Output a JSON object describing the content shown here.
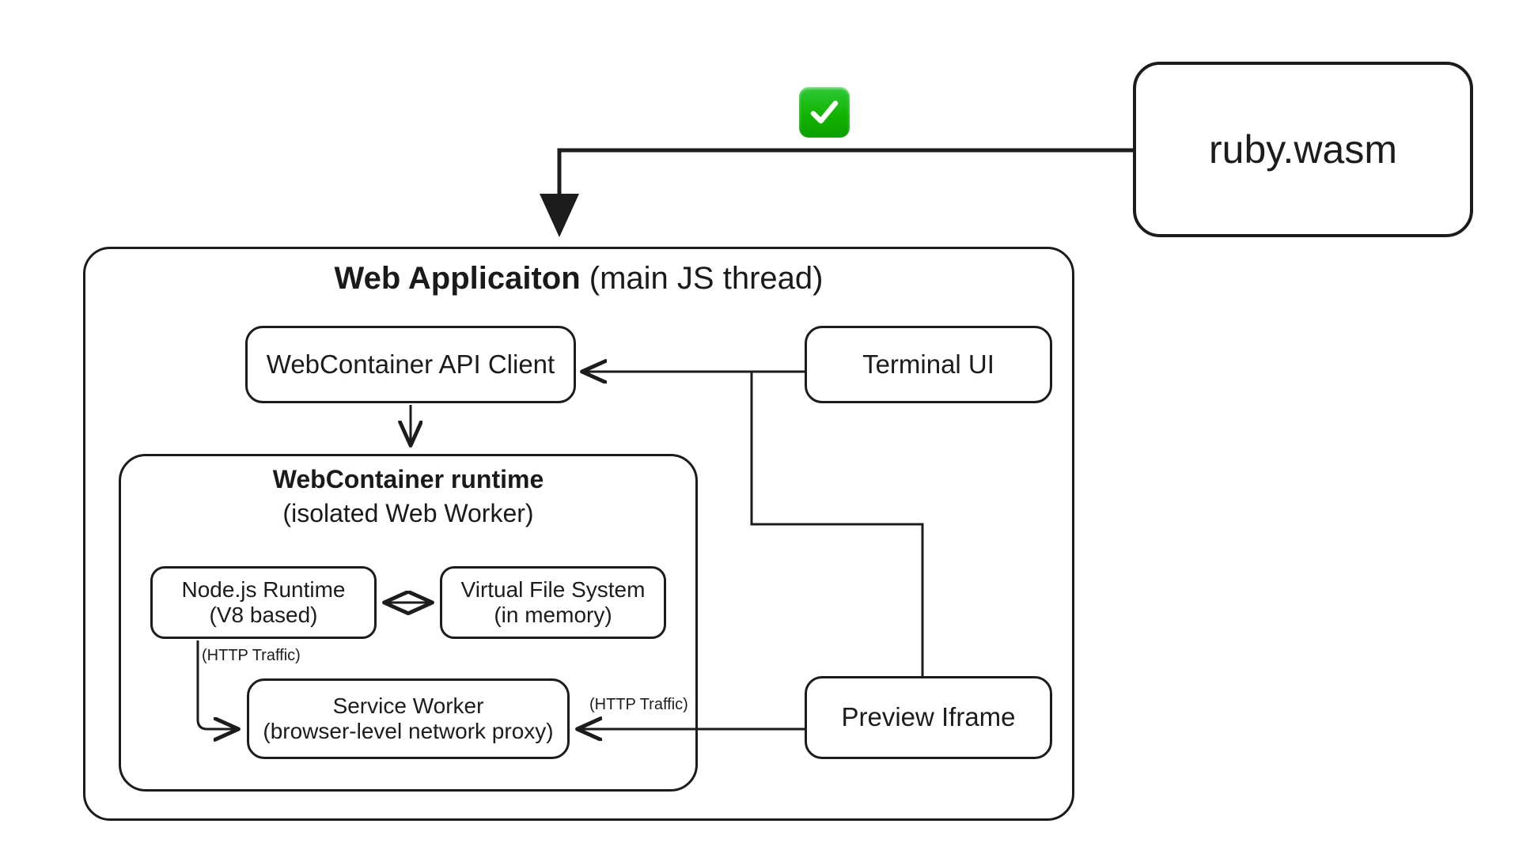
{
  "diagram": {
    "type": "architecture-flow",
    "title_node": "ruby.wasm",
    "status_icon": "white-check-mark-emoji",
    "colors": {
      "stroke": "#1c1c1c",
      "background": "#ffffff",
      "badge_green": "#12b400",
      "badge_check": "#ffffff"
    }
  },
  "nodes": {
    "ruby_wasm": {
      "label": "ruby.wasm"
    },
    "web_application": {
      "title_bold": "Web Applicaiton",
      "title_rest": " (main JS thread)"
    },
    "api_client": {
      "label": "WebContainer API Client"
    },
    "terminal_ui": {
      "label": "Terminal UI"
    },
    "preview_iframe": {
      "label": "Preview Iframe"
    },
    "wc_runtime": {
      "title": "WebContainer runtime",
      "subtitle": "(isolated Web Worker)"
    },
    "node_runtime": {
      "line1": "Node.js Runtime",
      "line2": "(V8 based)"
    },
    "virtual_file_system": {
      "line1": "Virtual File System",
      "line2": "(in memory)"
    },
    "service_worker": {
      "line1": "Service Worker",
      "line2": "(browser-level network proxy)"
    }
  },
  "edges": {
    "ruby_to_webapp": {
      "label": "",
      "from": "ruby.wasm",
      "to": "Web Applicaiton",
      "arrow": "down"
    },
    "terminal_to_api": {
      "label": "",
      "from": "Terminal UI",
      "to": "WebContainer API Client",
      "arrow": "left"
    },
    "api_to_runtime": {
      "label": "",
      "from": "WebContainer API Client",
      "to": "WebContainer runtime",
      "arrow": "down"
    },
    "node_to_vfs": {
      "label": "",
      "from": "Node.js Runtime",
      "to": "Virtual File System",
      "arrow": "both"
    },
    "node_to_sw": {
      "label": "(HTTP Traffic)",
      "from": "Node.js Runtime",
      "to": "Service Worker",
      "arrow": "right"
    },
    "preview_to_sw": {
      "label": "(HTTP Traffic)",
      "from": "Preview Iframe",
      "to": "Service Worker",
      "arrow": "left"
    },
    "terminal_to_preview": {
      "label": "",
      "from": "Terminal UI",
      "to": "Preview Iframe",
      "arrow": "none"
    }
  }
}
